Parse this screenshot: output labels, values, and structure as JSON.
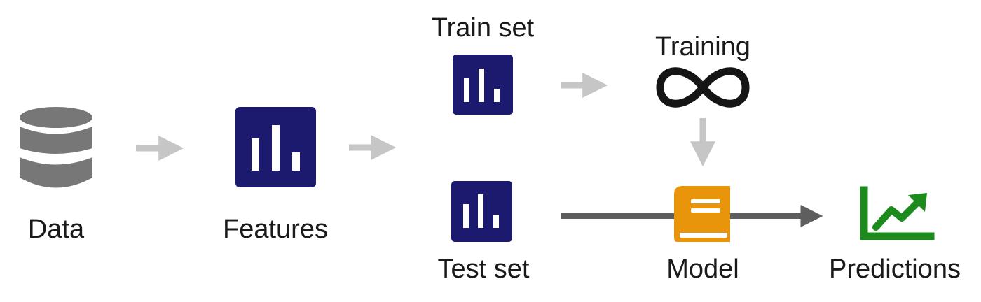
{
  "diagram": {
    "nodes": {
      "data": {
        "label": "Data",
        "icon": "database-icon"
      },
      "features": {
        "label": "Features",
        "icon": "bar-chart-icon"
      },
      "train_set": {
        "label": "Train set",
        "icon": "bar-chart-icon"
      },
      "test_set": {
        "label": "Test set",
        "icon": "bar-chart-icon"
      },
      "training": {
        "label": "Training",
        "icon": "infinity-icon"
      },
      "model": {
        "label": "Model",
        "icon": "book-icon"
      },
      "predictions": {
        "label": "Predictions",
        "icon": "trend-up-icon"
      }
    },
    "colors": {
      "chart_box": "#1b1a6e",
      "database": "#777777",
      "arrow_light": "#c6c6c6",
      "arrow_dark": "#5e5e5e",
      "infinity": "#151515",
      "book": "#e8950c",
      "predictions": "#1c8a1c"
    }
  }
}
